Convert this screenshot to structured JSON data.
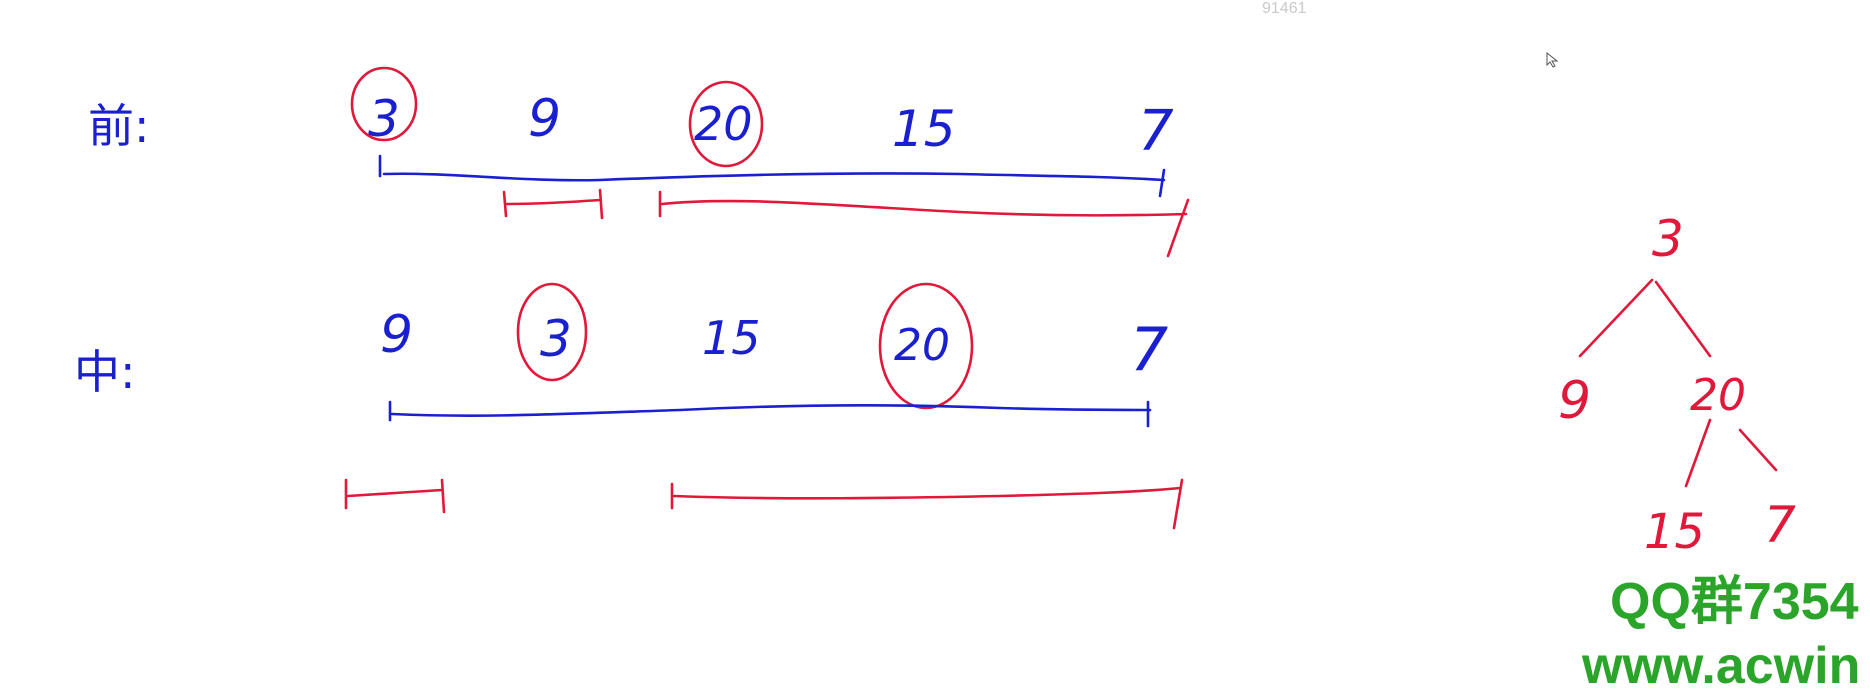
{
  "watermark_id": "91461",
  "labels": {
    "preorder": "前:",
    "inorder": "中:"
  },
  "preorder_values": [
    "3",
    "9",
    "20",
    "15",
    "7"
  ],
  "inorder_values": [
    "9",
    "3",
    "15",
    "20",
    "7"
  ],
  "tree_nodes": {
    "root": "3",
    "left": "9",
    "right": "20",
    "right_left": "15",
    "right_right": "7"
  },
  "banner": {
    "qq": "QQ群7354",
    "site": "www.acwin"
  },
  "colors": {
    "blue_ink": "#1a1fd0",
    "red_ink": "#e0183a",
    "banner_green": "#2aa52a"
  }
}
